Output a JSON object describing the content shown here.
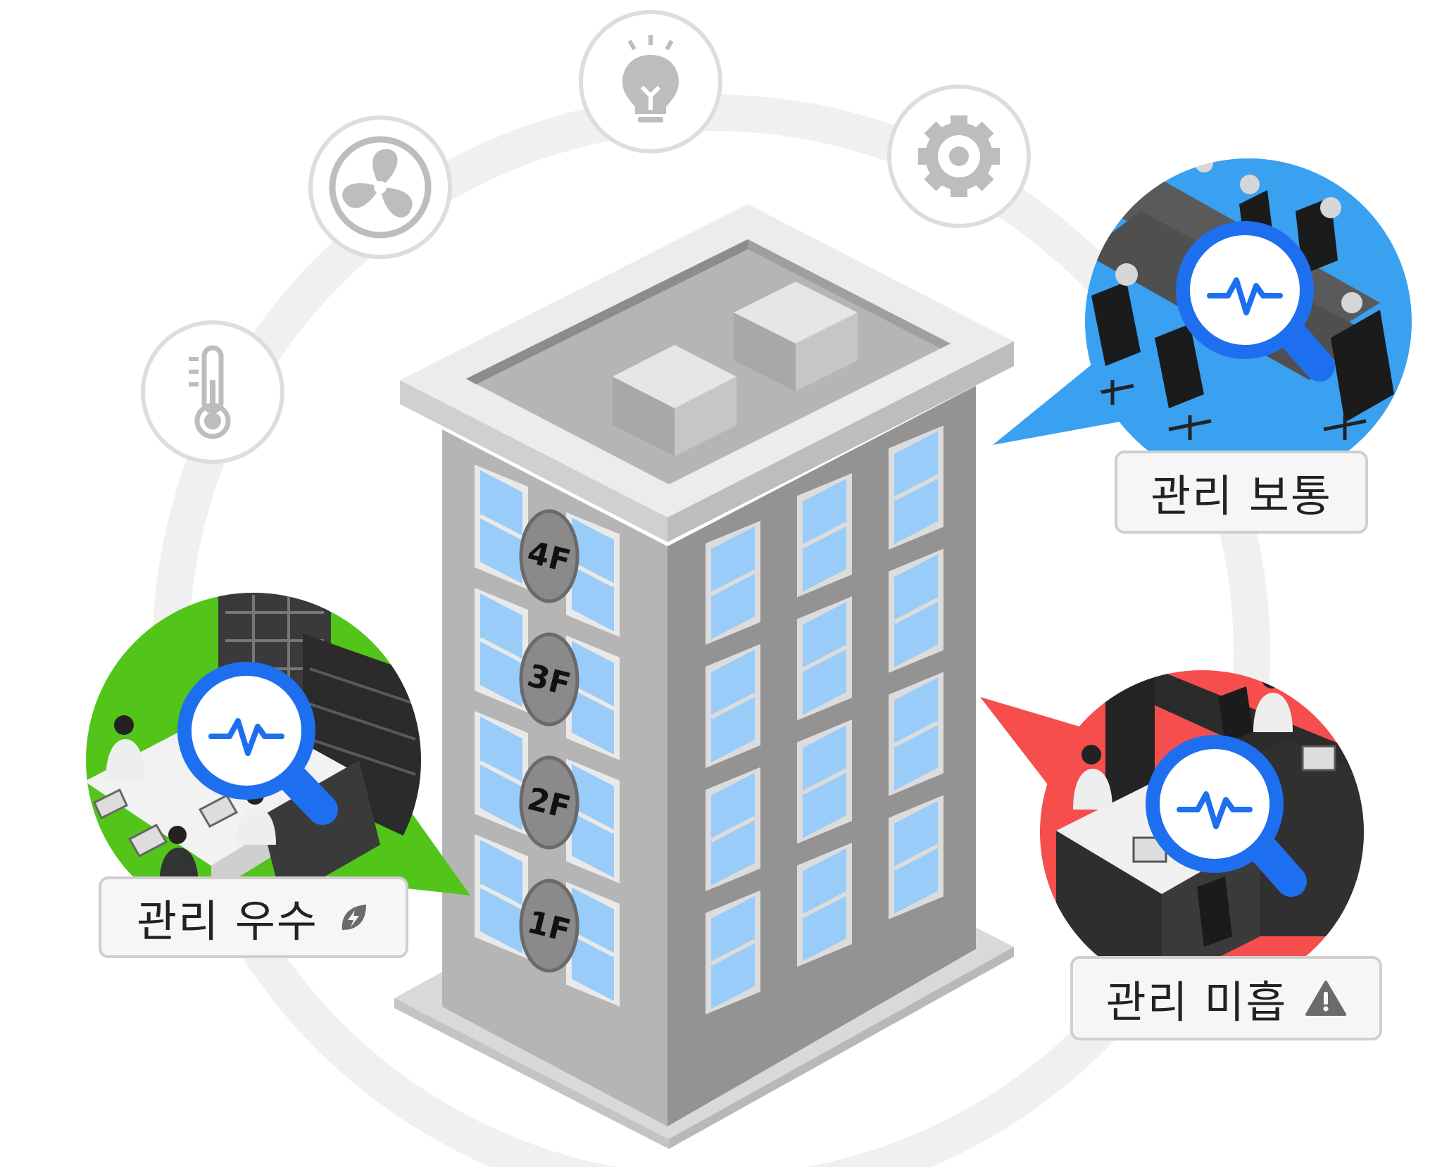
{
  "colors": {
    "ring": "#f0f0f0",
    "good": "#52c41a",
    "normal": "#3aa0f0",
    "poor": "#f64d4d",
    "magnifier": "#1e6ff0",
    "window": "#99ccf8"
  },
  "icons": [
    "thermometer-icon",
    "fan-icon",
    "lightbulb-icon",
    "gear-icon"
  ],
  "building": {
    "floors": [
      "4F",
      "3F",
      "2F",
      "1F"
    ]
  },
  "statuses": {
    "good": {
      "label": "관리 우수",
      "badge_icon": "eco-leaf-bolt-icon"
    },
    "normal": {
      "label": "관리 보통"
    },
    "poor": {
      "label": "관리 미흡",
      "badge_icon": "warning-icon"
    }
  }
}
